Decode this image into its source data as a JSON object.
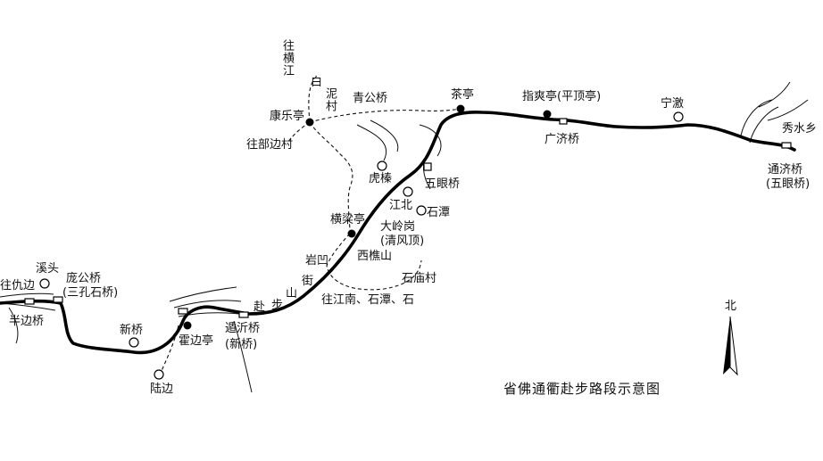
{
  "map": {
    "title": "省佛通衢赴步路段示意图",
    "north_label": "北",
    "places": {
      "xiushui": "秀水乡",
      "tongji_bridge": "通济桥",
      "wuyan_bridge_alt": "(五眼桥)",
      "ningzheng": "宁激",
      "guangji_bridge": "广济桥",
      "zhishuang_pavilion": "指爽亭(平顶亭)",
      "chating": "茶亭",
      "qinggong_bridge": "青公桥",
      "kangle_pavilion": "康乐亭",
      "bainicun": "泥村",
      "wang_hengjiang": "往横江",
      "wang_hengjiang_bai": "白",
      "wang_bubian": "往部边村",
      "huzhen": "虎榛",
      "wuyan_bridge": "五眼桥",
      "jiangbei": "江北",
      "shitan": "石潭",
      "tangliang_pavilion": "横梁亭",
      "dalinggang": "大岭岗",
      "qingfengding": "(清风顶)",
      "xiqiaoshan": "西樵山",
      "yanting": "岩凹",
      "jie": "街",
      "shang": "山",
      "bu": "步",
      "fu": "赴",
      "shicun": "石庙村",
      "wang_jiangnan": "往江南、石潭、石",
      "qiaotou_bridge": "遁沂桥",
      "xinqiao": "(新桥)",
      "huobian_pavilion": "霍边亭",
      "xinqiao_village": "新桥",
      "lubian": "陆边",
      "xitou": "溪头",
      "longgong_bridge": "庞公桥",
      "sankong_bridge": "(三孔石桥)",
      "wangchoubian": "往仇边",
      "bandao_bridge": "半边桥"
    },
    "colors": {
      "road": "#000000",
      "ink": "#111111",
      "background": "#ffffff"
    },
    "icons": {
      "north_arrow": "north-arrow-icon",
      "solid_marker": "solid-dot-icon",
      "hollow_marker": "hollow-circle-icon",
      "bridge_marker": "bridge-icon"
    }
  }
}
